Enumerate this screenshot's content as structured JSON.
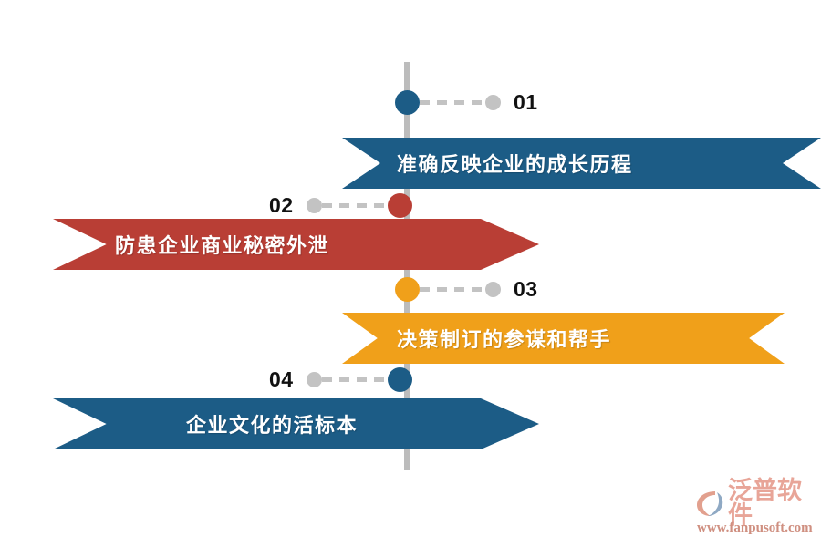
{
  "diagram": {
    "type": "timeline-chevron-list",
    "colors": {
      "blue": "#1C5C86",
      "red": "#B93E35",
      "orange": "#F0A01A",
      "axis_gray": "#BCBCBC",
      "dot_gray": "#C3C3C3",
      "number_text": "#111111",
      "banner_text": "#FFFFFF"
    },
    "axis": {
      "name": "vertical-timeline"
    },
    "steps": [
      {
        "number": "01",
        "label": "准确反映企业的成长历程",
        "color": "#1C5C86",
        "side": "right"
      },
      {
        "number": "02",
        "label": "防患企业商业秘密外泄",
        "color": "#B93E35",
        "side": "left"
      },
      {
        "number": "03",
        "label": "决策制订的参谋和帮手",
        "color": "#F0A01A",
        "side": "right"
      },
      {
        "number": "04",
        "label": "企业文化的活标本",
        "color": "#1C5C86",
        "side": "left"
      }
    ]
  },
  "watermark": {
    "brand": "泛普软件",
    "url": "www.fanpusoft.com",
    "mark_color_outer": "#E2A08E",
    "mark_color_inner": "#8FA9C4"
  }
}
